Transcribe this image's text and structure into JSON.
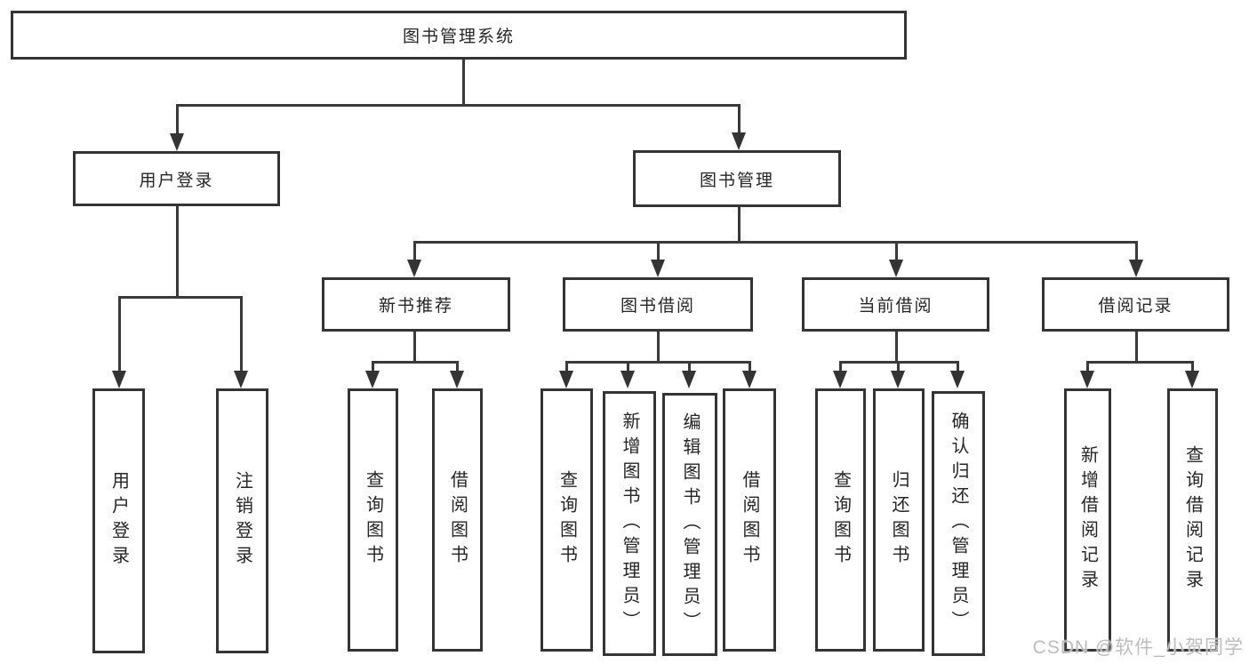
{
  "diagram_title": "图书管理系统",
  "tree": {
    "root": {
      "label": "图书管理系统"
    },
    "branches": [
      {
        "label": "用户登录",
        "children": [
          {
            "label": "用户登录"
          },
          {
            "label": "注销登录"
          }
        ]
      },
      {
        "label": "图书管理",
        "children": [
          {
            "label": "新书推荐",
            "children": [
              {
                "label": "查询图书"
              },
              {
                "label": "借阅图书"
              }
            ]
          },
          {
            "label": "图书借阅",
            "children": [
              {
                "label": "查询图书"
              },
              {
                "label": "新增图书（管理员）"
              },
              {
                "label": "编辑图书（管理员）"
              },
              {
                "label": "借阅图书"
              }
            ]
          },
          {
            "label": "当前借阅",
            "children": [
              {
                "label": "查询图书"
              },
              {
                "label": "归还图书"
              },
              {
                "label": "确认归还（管理员）"
              }
            ]
          },
          {
            "label": "借阅记录",
            "children": [
              {
                "label": "新增借阅记录"
              },
              {
                "label": "查询借阅记录"
              }
            ]
          }
        ]
      }
    ]
  },
  "watermark": "CSDN @软件_小贺同学",
  "colors": {
    "line": "#3a3a3a",
    "box_border": "#343434",
    "text": "#252525",
    "watermark": "#bcbcbc",
    "background": "#ffffff"
  }
}
